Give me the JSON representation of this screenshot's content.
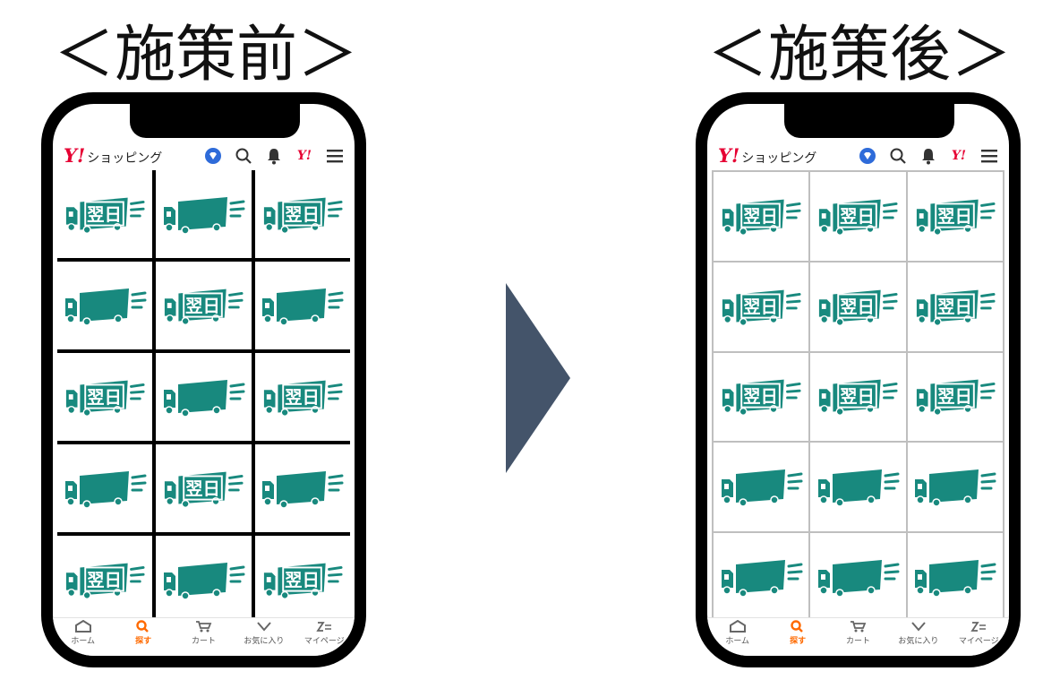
{
  "before": {
    "title": "＜施策前＞",
    "cells": [
      "nd",
      "truck",
      "nd",
      "truck",
      "nd",
      "truck",
      "nd",
      "truck",
      "nd",
      "truck",
      "nd",
      "truck",
      "nd",
      "truck",
      "nd"
    ]
  },
  "after": {
    "title": "＜施策後＞",
    "cells": [
      "nd",
      "nd",
      "nd",
      "nd",
      "nd",
      "nd",
      "nd",
      "nd",
      "nd",
      "truck",
      "truck",
      "truck",
      "truck",
      "truck",
      "truck"
    ]
  },
  "header": {
    "logo_mark": "Y!",
    "logo_text": "ショッピング",
    "icons": [
      "coupon-icon",
      "search-icon",
      "bell-icon",
      "yahoo-icon",
      "menu-icon"
    ],
    "yahoo_mark": "Y!"
  },
  "badge_text": "翌日",
  "tabs": [
    {
      "label": "ホーム",
      "icon": "home-icon"
    },
    {
      "label": "探す",
      "icon": "search-icon",
      "active": true
    },
    {
      "label": "カート",
      "icon": "cart-icon"
    },
    {
      "label": "お気に入り",
      "icon": "heart-icon"
    },
    {
      "label": "マイページ",
      "icon": "mypage-icon"
    }
  ],
  "colors": {
    "badge_teal": "#18897e",
    "arrow": "#44546a",
    "active_tab": "#ff6a00",
    "logo_red": "#e60033",
    "coupon_blue": "#2e6bd9"
  }
}
